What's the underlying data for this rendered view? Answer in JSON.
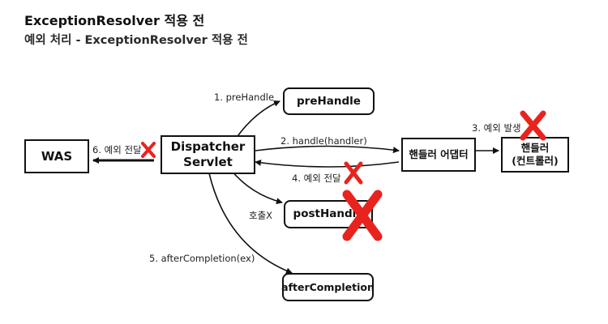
{
  "header": {
    "title": "ExceptionResolver 적용 전",
    "subtitle": "예외 처리 - ExceptionResolver 적용 전"
  },
  "nodes": {
    "was": "WAS",
    "dispatcher_line1": "Dispatcher",
    "dispatcher_line2": "Servlet",
    "prehandle": "preHandle",
    "adapter": "핸들러 어댑터",
    "handler_line1": "핸들러",
    "handler_line2": "(컨트롤러)",
    "posthandle": "postHandle",
    "aftercompletion": "afterCompletion"
  },
  "edges": {
    "step1": "1. preHandle",
    "step2": "2. handle(handler)",
    "step3": "3. 예외 발생",
    "step4": "4. 예외 전달",
    "step5": "5. afterCompletion(ex)",
    "step6": "6. 예외 전달",
    "not_called": "호출X"
  },
  "colors": {
    "cross": "#e8231d",
    "line": "#111111"
  }
}
